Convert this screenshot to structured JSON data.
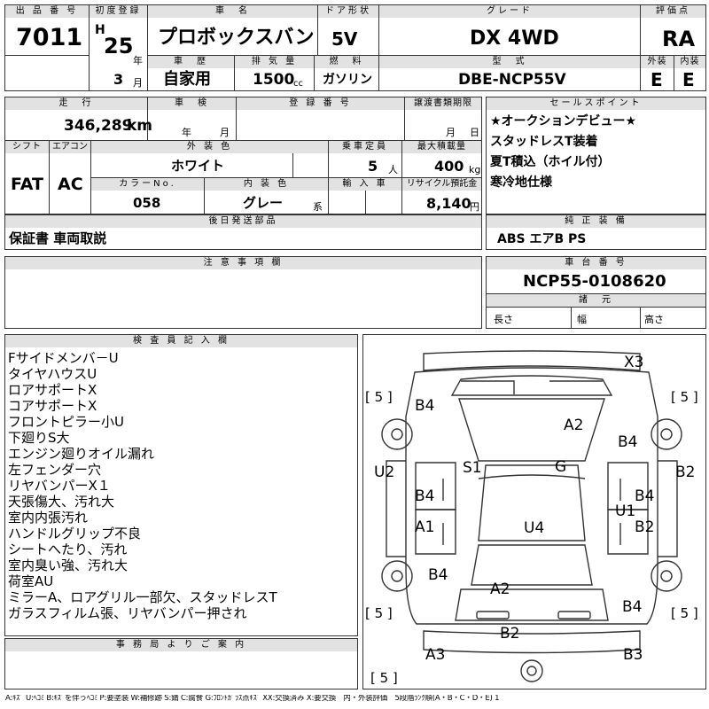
{
  "header": {
    "lot_label": "出 品 番 号",
    "lot_value": "7011",
    "first_reg_label": "初度登録",
    "era": "H",
    "year": "25",
    "year_unit": "年",
    "month": "3",
    "month_unit": "月",
    "name_label": "車　名",
    "name_value": "プロボックスバン",
    "door_label": "ドア形状",
    "door_value": "5V",
    "grade_label": "グレード",
    "grade_value": "DX 4WD",
    "score_label": "評価点",
    "score_value": "RA",
    "history_label": "車　歴",
    "history_value": "自家用",
    "displacement_label": "排 気 量",
    "displacement_value": "1500",
    "displacement_unit": "cc",
    "fuel_label": "燃　料",
    "fuel_value": "ガソリン",
    "model_label": "型　式",
    "model_value": "DBE-NCP55V",
    "exterior_label": "外装",
    "exterior_value": "E",
    "interior_label": "内装",
    "interior_value": "E"
  },
  "row2": {
    "mileage_label": "走　行",
    "mileage_value": "346,289",
    "mileage_unit": "km",
    "inspection_label": "車　検",
    "inspection_year_unit": "年",
    "inspection_month_unit": "月",
    "reg_no_label": "登 録 番 号",
    "transfer_label": "譲渡書類期限",
    "transfer_month_unit": "月",
    "transfer_day_unit": "日",
    "shift_label": "シフト",
    "shift_value": "FAT",
    "ac_label": "エアコン",
    "ac_value": "AC",
    "color_label": "外 装 色",
    "color_value": "ホワイト",
    "capacity_label": "乗車定員",
    "capacity_value": "5",
    "capacity_unit": "人",
    "load_label": "最大積載量",
    "load_value": "400",
    "load_unit": "kg",
    "color_no_label": "カラーNo.",
    "color_no_value": "058",
    "interior_color_label": "内 装 色",
    "interior_color_value": "グレー",
    "interior_color_suffix": "系",
    "import_label": "輸 入 車",
    "recycle_label": "リサイクル預託金",
    "recycle_value": "8,140",
    "recycle_unit": "円"
  },
  "sales_points": {
    "label": "セールスポイント",
    "lines": [
      "★オークションデビュー★",
      "スタッドレスT装着",
      "夏T積込（ホイル付）",
      "寒冷地仕様"
    ]
  },
  "shipping": {
    "label": "後日発送部品",
    "value": "保証書 車両取説"
  },
  "options": {
    "label": "純 正 装 備",
    "value": "ABS エアB PS"
  },
  "notes": {
    "label": "注 意 事 項 欄"
  },
  "chassis": {
    "label": "車 台 番 号",
    "value": "NCP55-0108620",
    "specs_label": "諸　元",
    "length_label": "長さ",
    "width_label": "幅",
    "height_label": "高さ"
  },
  "inspector": {
    "label": "検 査 員 記 入 欄",
    "lines": [
      "Fサイドメンバ－U",
      "タイヤハウスU",
      "ロアサポートX",
      "コアサポートX",
      "フロントピラー小U",
      "下廻りS大",
      "エンジン廻りオイル漏れ",
      "左フェンダー穴",
      "リヤバンパーX１",
      "天張傷大、汚れ大",
      "室内内張汚れ",
      "ハンドルグリップ不良",
      "シートへたり、汚れ",
      "室内臭い強、汚れ大",
      "荷室AU",
      "ミラーA、ロアグリル一部欠、スタッドレスT",
      "ガラスフィルム張、リヤバンパー押され"
    ]
  },
  "office": {
    "label": "事 務 局 よ り ご 案 内"
  },
  "diagram": {
    "tire_mark": "[ 5 ]",
    "marks": {
      "x3": "X3",
      "b4_front_left": "B4",
      "a2_hood": "A2",
      "b4_front_right": "B4",
      "u2_left": "U2",
      "s1": "S1",
      "g": "G",
      "b2_right_edge": "B2",
      "b4_left_door": "B4",
      "b4_right_door": "B4",
      "u1": "U1",
      "a1": "A1",
      "u4": "U4",
      "b2_right_door": "B2",
      "b4_rear_left": "B4",
      "a2_rear": "A2",
      "b4_rear_right": "B4",
      "b2_rear": "B2",
      "a3": "A3",
      "b3": "B3"
    }
  },
  "legend": {
    "text": "A:ｷｽﾞ U:ﾍｺﾐ B:ｷｽﾞを伴うﾍｺﾐ P:要塗装 W:補修跡 S:錆 C:腐食 G:ﾌﾛﾝﾄｶﾞﾗｽ点ｷｽﾞ XX:交換済み X:要交換　内・外装評価　5段階ﾗﾝｸ順(A・B・C・D・E) 1"
  }
}
